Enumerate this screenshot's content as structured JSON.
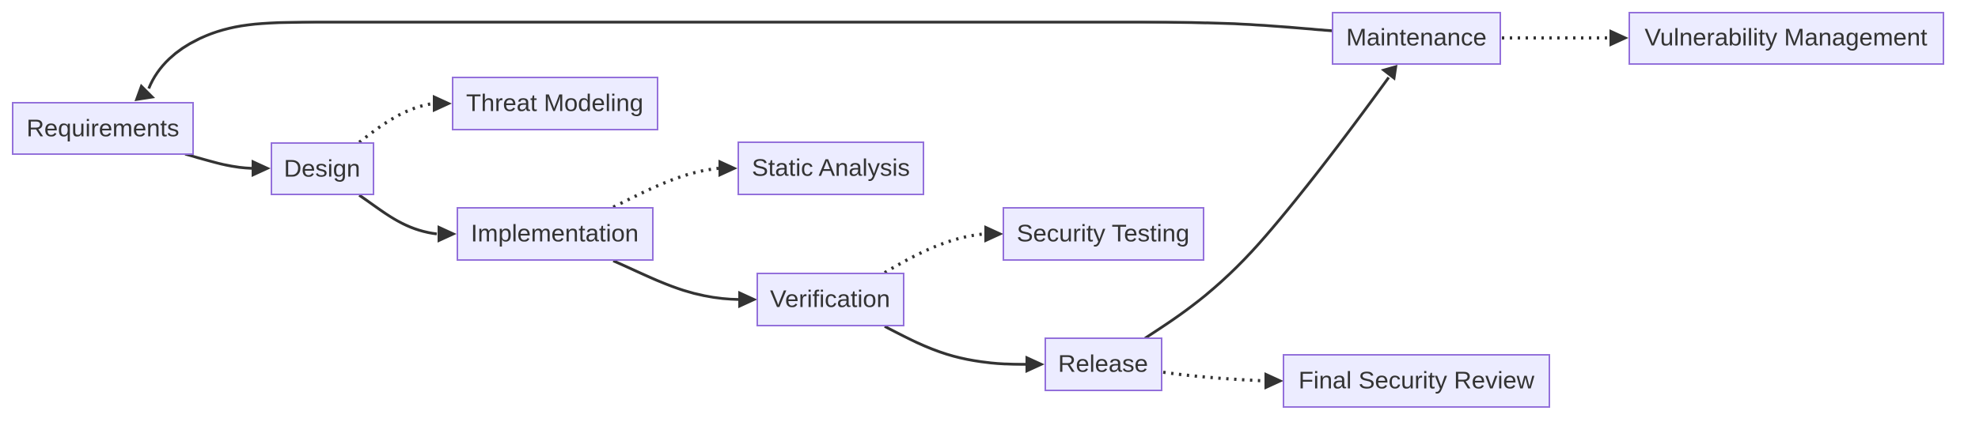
{
  "diagram": {
    "nodes": [
      {
        "id": "requirements",
        "label": "Requirements"
      },
      {
        "id": "design",
        "label": "Design"
      },
      {
        "id": "threat_modeling",
        "label": "Threat Modeling"
      },
      {
        "id": "implementation",
        "label": "Implementation"
      },
      {
        "id": "static_analysis",
        "label": "Static Analysis"
      },
      {
        "id": "verification",
        "label": "Verification"
      },
      {
        "id": "security_testing",
        "label": "Security Testing"
      },
      {
        "id": "release",
        "label": "Release"
      },
      {
        "id": "final_security_review",
        "label": "Final Security Review"
      },
      {
        "id": "maintenance",
        "label": "Maintenance"
      },
      {
        "id": "vulnerability_management",
        "label": "Vulnerability Management"
      }
    ],
    "edges": [
      {
        "from": "requirements",
        "to": "design",
        "style": "solid"
      },
      {
        "from": "design",
        "to": "threat_modeling",
        "style": "dotted"
      },
      {
        "from": "design",
        "to": "implementation",
        "style": "solid"
      },
      {
        "from": "implementation",
        "to": "static_analysis",
        "style": "dotted"
      },
      {
        "from": "implementation",
        "to": "verification",
        "style": "solid"
      },
      {
        "from": "verification",
        "to": "security_testing",
        "style": "dotted"
      },
      {
        "from": "verification",
        "to": "release",
        "style": "solid"
      },
      {
        "from": "release",
        "to": "final_security_review",
        "style": "dotted"
      },
      {
        "from": "release",
        "to": "maintenance",
        "style": "solid"
      },
      {
        "from": "maintenance",
        "to": "vulnerability_management",
        "style": "dotted"
      },
      {
        "from": "maintenance",
        "to": "requirements",
        "style": "solid"
      }
    ],
    "colors": {
      "node_fill": "#ECECFF",
      "node_border": "#9370DB",
      "edge": "#333333",
      "text": "#333333"
    }
  }
}
